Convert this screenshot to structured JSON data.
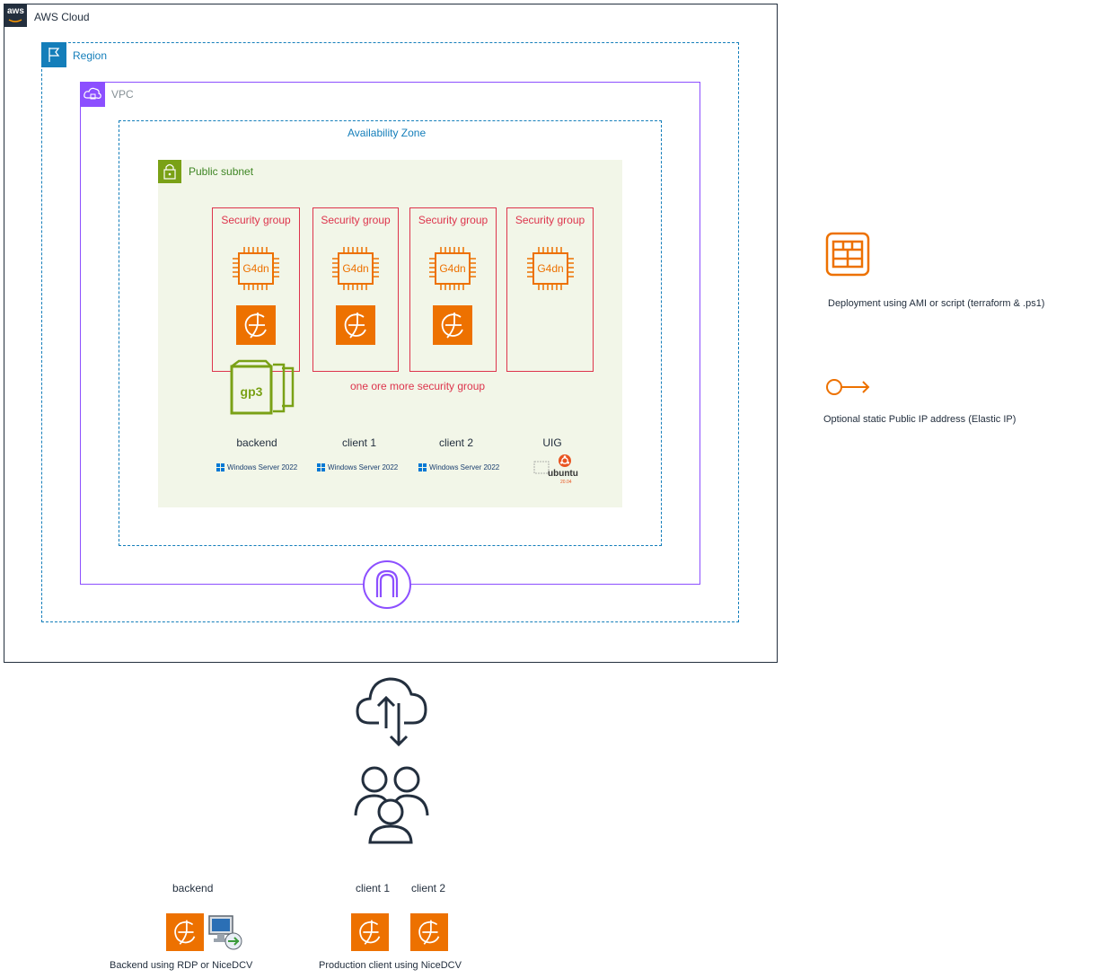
{
  "groups": {
    "aws_cloud": "AWS Cloud",
    "region": "Region",
    "vpc": "VPC",
    "availability_zone": "Availability Zone",
    "public_subnet": "Public subnet"
  },
  "aws_logo_text": "aws",
  "security_groups": [
    {
      "label": "Security group",
      "instance_type": "G4dn"
    },
    {
      "label": "Security group",
      "instance_type": "G4dn"
    },
    {
      "label": "Security group",
      "instance_type": "G4dn"
    },
    {
      "label": "Security group",
      "instance_type": "G4dn"
    }
  ],
  "volume_label": "gp3",
  "sg_note": "one ore more security group",
  "hosts": [
    {
      "name": "backend",
      "os": "Windows Server 2022"
    },
    {
      "name": "client 1",
      "os": "Windows Server 2022"
    },
    {
      "name": "client 2",
      "os": "Windows Server 2022"
    },
    {
      "name": "UIG",
      "os": "ubuntu",
      "os_version": "20.04"
    }
  ],
  "legend": {
    "deployment": "Deployment using AMI or script (terraform & .ps1)",
    "elastic_ip": "Optional static Public IP address (Elastic IP)"
  },
  "bottom": {
    "backend_label": "backend",
    "client1_label": "client 1",
    "client2_label": "client 2",
    "backend_caption": "Backend using RDP or NiceDCV",
    "client_caption": "Production client using NiceDCV"
  },
  "colors": {
    "cloud_border": "#232f3e",
    "region": "#147eba",
    "vpc": "#8c4fff",
    "subnet": "#7aa116",
    "security_group": "#dd344c",
    "compute": "#ed7100"
  }
}
